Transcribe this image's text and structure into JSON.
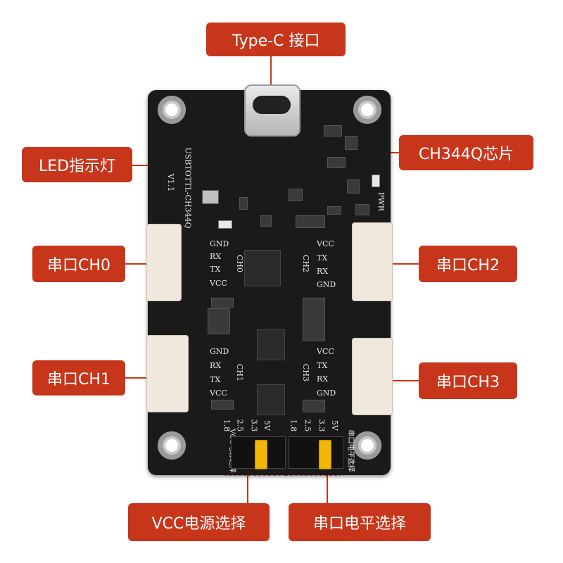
{
  "callouts": {
    "typec": "Type-C 接口",
    "led": "LED指示灯",
    "chip": "CH344Q芯片",
    "ch0": "串口CH0",
    "ch1": "串口CH1",
    "ch2": "串口CH2",
    "ch3": "串口CH3",
    "vcc_sel": "VCC电源选择",
    "level_sel": "串口电平选择"
  },
  "silkscreen": {
    "board_name": "USBTOTTL-CH344Q",
    "version": "V1.1",
    "pwr": "PWR",
    "ch0": "CH0",
    "ch1": "CH1",
    "ch2": "CH2",
    "ch3": "CH3",
    "gnd": "GND",
    "rx": "RX",
    "tx": "TX",
    "vcc": "VCC",
    "v18": "1.8",
    "v25": "2.5",
    "v33": "3.3",
    "v5": "5V",
    "vcc_power_select": "VCC电源选择",
    "uart_level_select": "串口电平选择"
  },
  "colors": {
    "callout": "#c7361b",
    "pcb": "#1a1a1a",
    "jumper": "#f2b705"
  }
}
